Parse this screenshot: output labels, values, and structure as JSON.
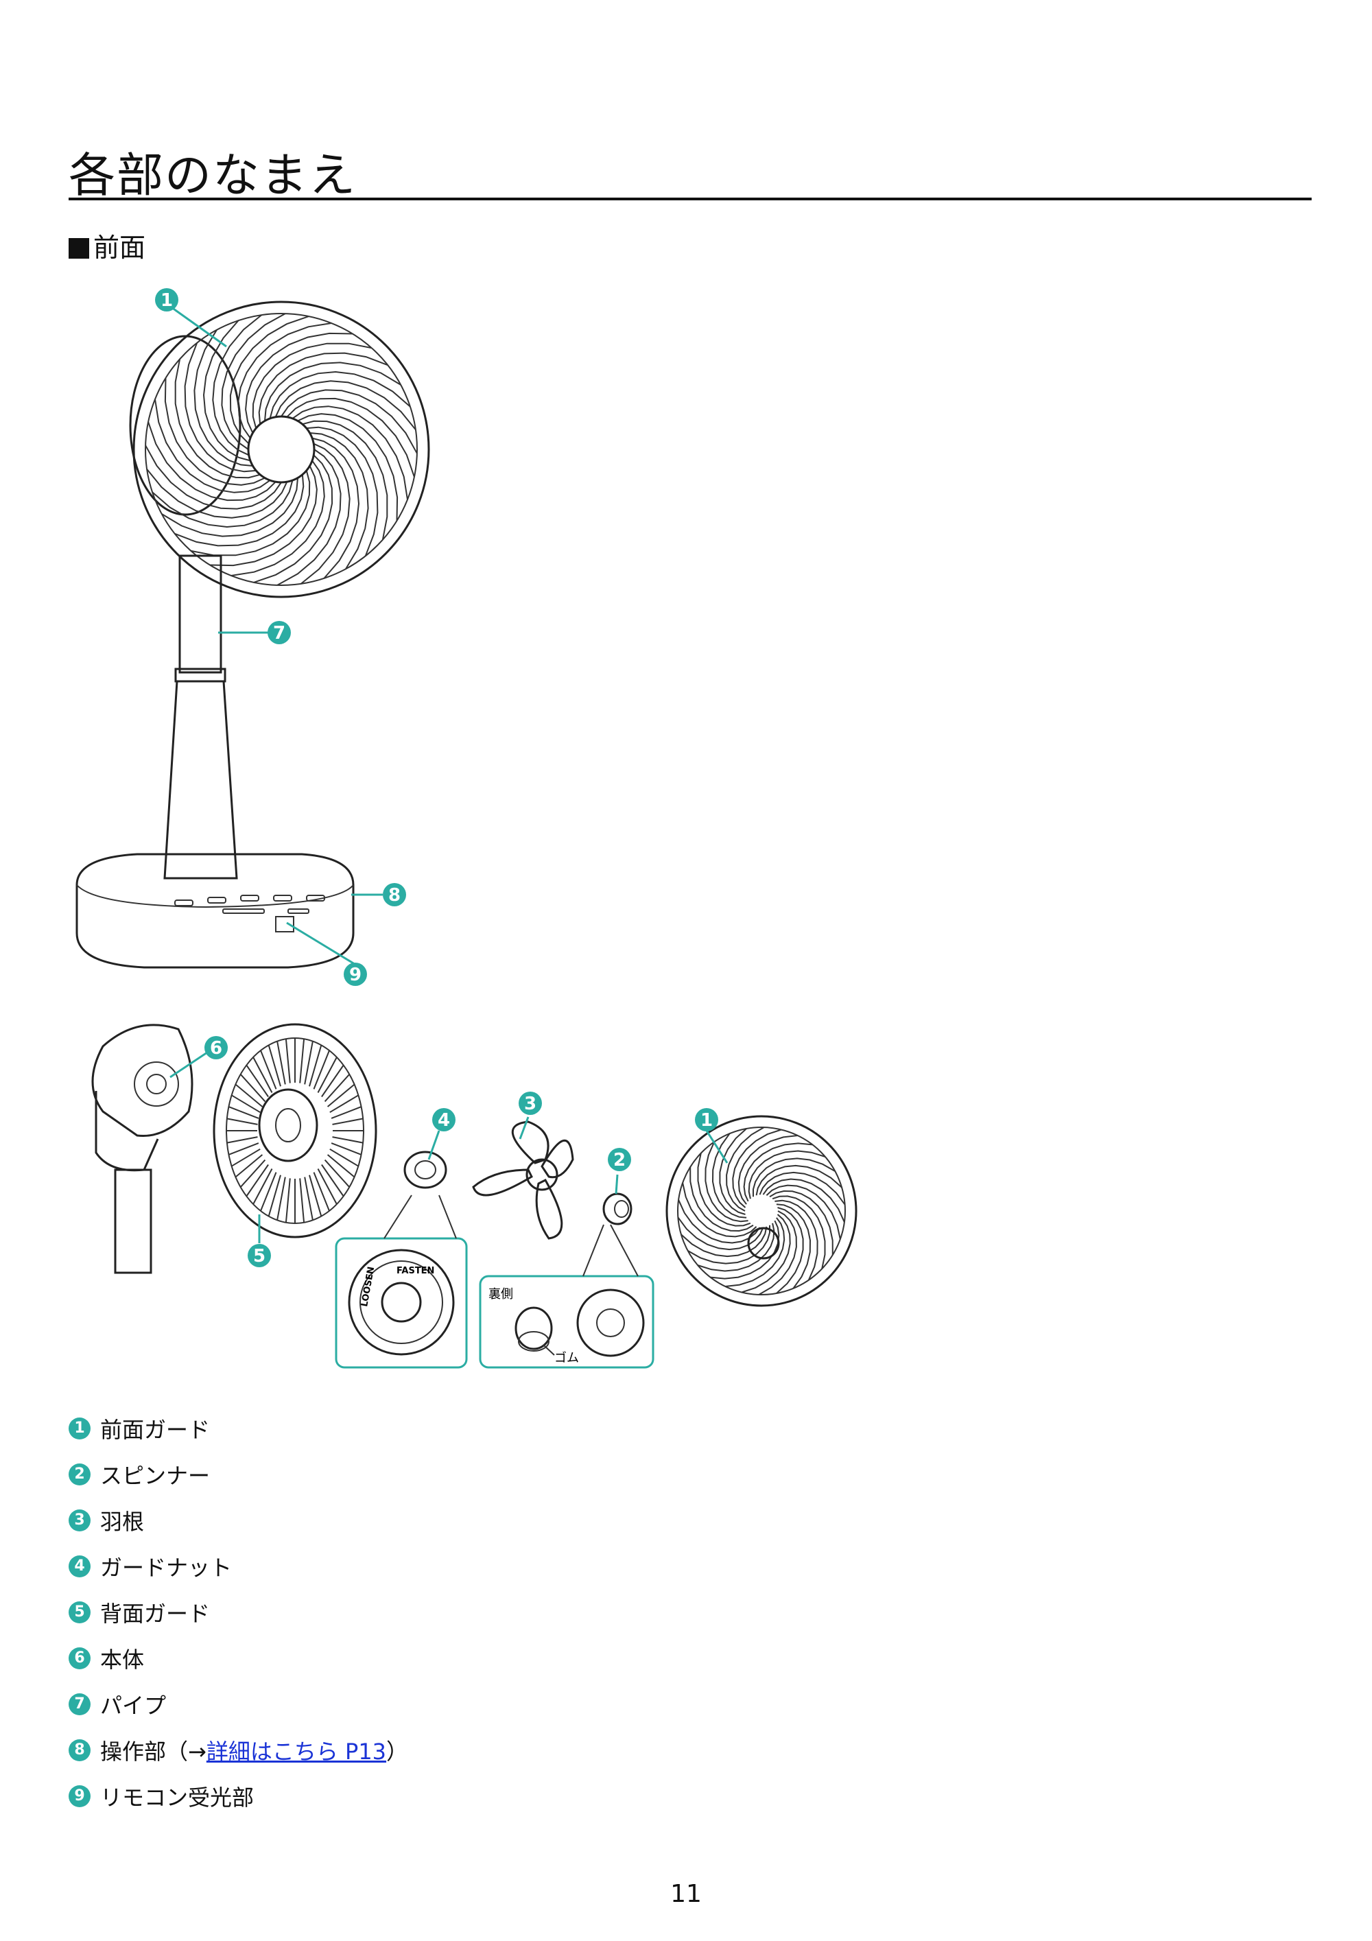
{
  "title": "各部のなまえ",
  "section": "前面",
  "figure": {
    "callouts": [
      "1",
      "2",
      "3",
      "4",
      "5",
      "6",
      "7",
      "8",
      "9"
    ],
    "label_back": "裏側",
    "label_rubber": "ゴム",
    "nut_ring_text": [
      "LOOSEN",
      "FASTEN"
    ]
  },
  "parts": [
    {
      "num": "1",
      "name": "前面ガード"
    },
    {
      "num": "2",
      "name": "スピンナー"
    },
    {
      "num": "3",
      "name": "羽根"
    },
    {
      "num": "4",
      "name": "ガードナット"
    },
    {
      "num": "5",
      "name": "背面ガード"
    },
    {
      "num": "6",
      "name": "本体"
    },
    {
      "num": "7",
      "name": "パイプ"
    },
    {
      "num": "8",
      "name": "操作部",
      "prefix": "（→",
      "link": "詳細はこちら P13",
      "suffix": "）"
    },
    {
      "num": "9",
      "name": "リモコン受光部"
    }
  ],
  "page_number": "11",
  "colors": {
    "accent": "#2bada3",
    "link": "#1a33d6"
  }
}
